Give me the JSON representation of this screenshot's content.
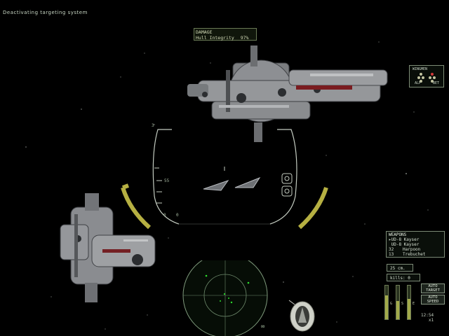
{
  "hud": {
    "message": "Deactivating targeting system",
    "damage": {
      "title": "DAMAGE",
      "integrity_label": "Hull Integrity",
      "integrity_value": "97%"
    },
    "reticle": {
      "speed_marker": "55",
      "throttle_marker": "0",
      "range_marker": "0",
      "small_tick": "3"
    },
    "wingmen": {
      "title": "WINGMEN",
      "left_label": "ALP",
      "right_label": "BET"
    },
    "weapons": {
      "title": "WEAPONS",
      "guns": [
        "UD-8 Kayser",
        "UD-8 Kayser"
      ],
      "missiles": [
        {
          "count": "32",
          "name": "Harpoon"
        },
        {
          "count": "13",
          "name": "Trebuchet"
        }
      ]
    },
    "range": "25 cm.",
    "kills": "kills: 0",
    "buttons": {
      "auto_target": "AUTO TARGET",
      "auto_speed": "AUTO SPEED"
    },
    "gauge_labels": [
      "G",
      "S",
      "E"
    ],
    "gauge_levels": [
      0.7,
      0.55,
      0.6
    ],
    "clock": "12:54",
    "time_scale": "x1",
    "radar_range": "∞"
  },
  "colors": {
    "hud_green": "#9fb59a",
    "hud_yellow": "#b6b042",
    "hud_bg": "#000000"
  }
}
